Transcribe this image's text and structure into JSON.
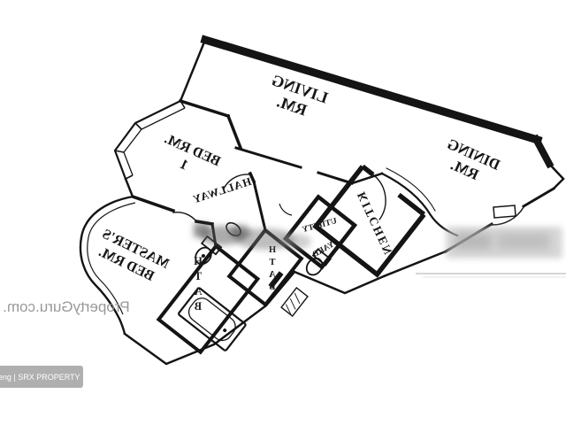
{
  "image": {
    "type": "mirrored-floor-plan",
    "background": "#ffffff",
    "wall_color": "#141414",
    "label_color": "#161616"
  },
  "rooms": [
    {
      "id": "living",
      "label": "LIVING",
      "label2": "RM."
    },
    {
      "id": "dining",
      "label": "DINING",
      "label2": "RM."
    },
    {
      "id": "bed1",
      "label": "BED RM.",
      "label2": "1"
    },
    {
      "id": "master",
      "label": "MASTER'S",
      "label2": "BED RM."
    },
    {
      "id": "hallway",
      "label": "HALLWAY"
    },
    {
      "id": "kitchen",
      "label": "KITCHEN"
    },
    {
      "id": "utility",
      "label": "UTILITY"
    },
    {
      "id": "yard",
      "label": "YARD"
    },
    {
      "id": "bath1",
      "label": "BATH",
      "stacked": true
    },
    {
      "id": "bath2",
      "label": "BATH",
      "stacked": true
    }
  ],
  "fixtures": [
    "bathtub",
    "toilet",
    "toilet",
    "sink",
    "bay-window",
    "curved-bay-window",
    "door-arc"
  ],
  "watermarks": {
    "property_guru": "PropertyGuru.com.",
    "property_guru_color": "#8f8f8f",
    "agent_badge": "a Teng | SRX PROPERTY",
    "badge_bg": "#a8a8a8",
    "badge_text_color": "#ffffff",
    "blur_band_color": "#bdbdbd"
  }
}
